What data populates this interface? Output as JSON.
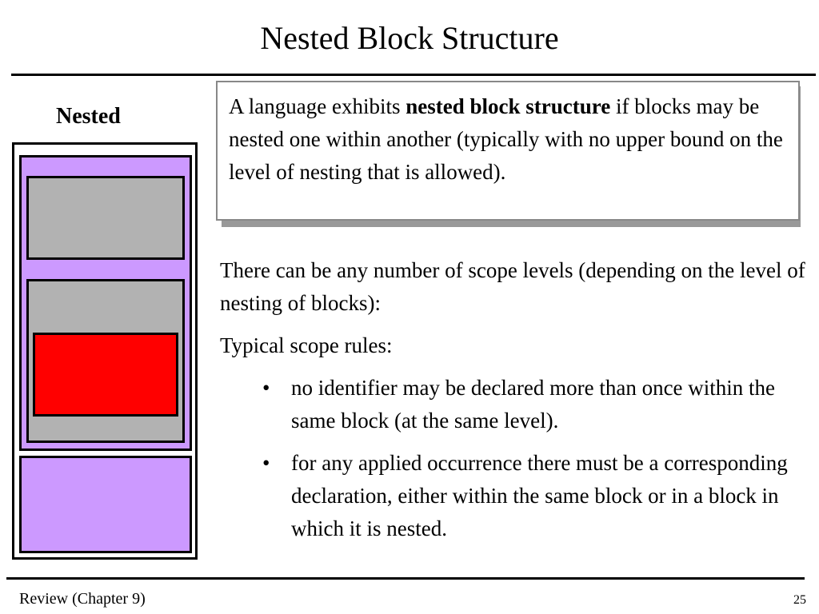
{
  "slide": {
    "title": "Nested Block Structure",
    "diagram_label": "Nested",
    "definition": {
      "prefix": "A language exhibits ",
      "term": "nested block structure",
      "suffix": " if blocks may be nested one within another (typically with no upper bound on the level of nesting that is allowed)."
    },
    "paragraph1": "There can be any number of scope levels (depending on the level of nesting of blocks):",
    "paragraph2": "Typical scope rules:",
    "bullet_marker": "•",
    "bullets": [
      "no identifier may be declared more than once within the same block (at the same level).",
      "for any applied occurrence there must be a corresponding declaration, either within the same block or in a block in which it is nested."
    ]
  },
  "footer": {
    "left": "Review (Chapter 9)",
    "page_number": "25"
  },
  "colors": {
    "purple_block": "#cc99ff",
    "gray_block": "#b2b2b2",
    "red_block": "#ff0000"
  }
}
